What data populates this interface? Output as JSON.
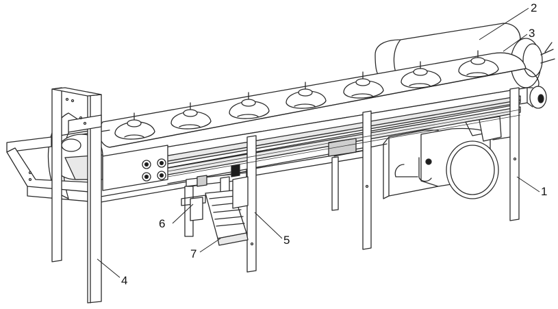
{
  "labels": {
    "l1": "1",
    "l2": "2",
    "l3": "3",
    "l4": "4",
    "l5": "5",
    "l6": "6",
    "l7": "7"
  },
  "colors": {
    "line": "#2a2a2a",
    "fill_light": "#e9e9e9",
    "fill_dark": "#1c1c1c",
    "background": "#ffffff"
  }
}
